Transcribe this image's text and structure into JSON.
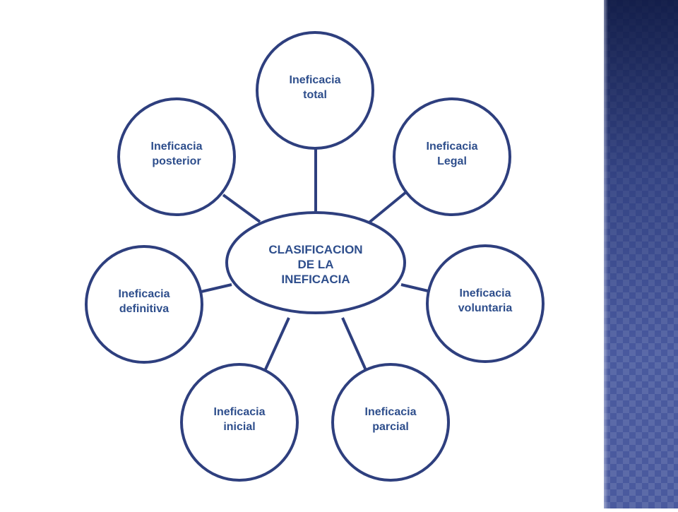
{
  "diagram": {
    "center": {
      "lines": [
        "CLASIFICACION",
        "DE LA",
        "INEFICACIA"
      ]
    },
    "nodes": [
      {
        "id": "total",
        "lines": [
          "Ineficacia",
          "total"
        ]
      },
      {
        "id": "legal",
        "lines": [
          "Ineficacia",
          "Legal"
        ]
      },
      {
        "id": "voluntaria",
        "lines": [
          "Ineficacia",
          "voluntaria"
        ]
      },
      {
        "id": "parcial",
        "lines": [
          "Ineficacia",
          "parcial"
        ]
      },
      {
        "id": "inicial",
        "lines": [
          "Ineficacia",
          "inicial"
        ]
      },
      {
        "id": "definitiva",
        "lines": [
          "Ineficacia",
          "definitiva"
        ]
      },
      {
        "id": "posterior",
        "lines": [
          "Ineficacia",
          "posterior"
        ]
      }
    ]
  },
  "colors": {
    "stroke": "#2e3f7e",
    "text": "#2e4e8c",
    "fill": "#ffffff",
    "side_panel": "#4a5a9e"
  }
}
